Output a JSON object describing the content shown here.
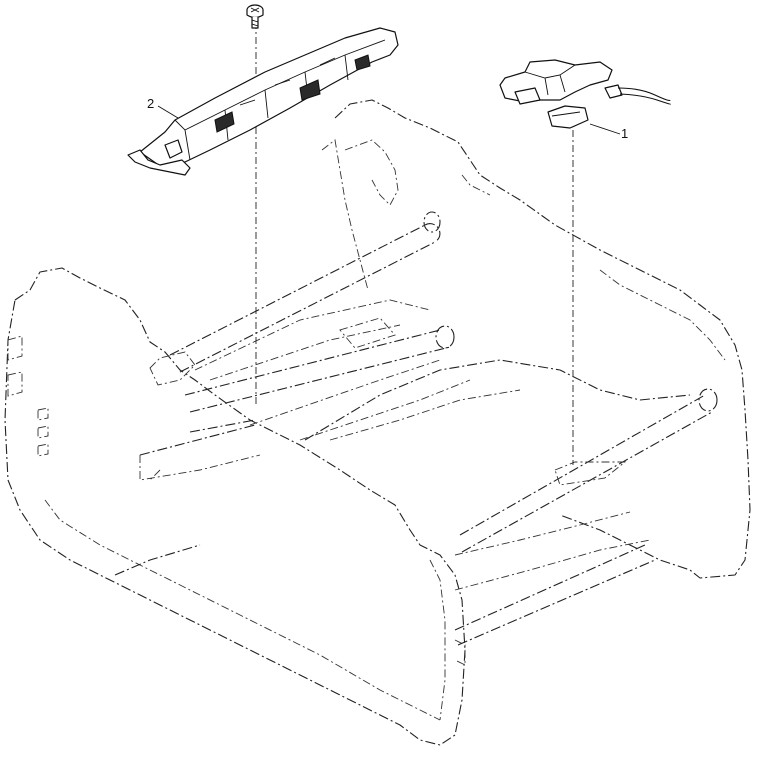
{
  "callouts": [
    {
      "id": "1",
      "label": "1"
    },
    {
      "id": "2",
      "label": "2"
    }
  ],
  "colors": {
    "line": "#222222",
    "background": "#ffffff"
  }
}
